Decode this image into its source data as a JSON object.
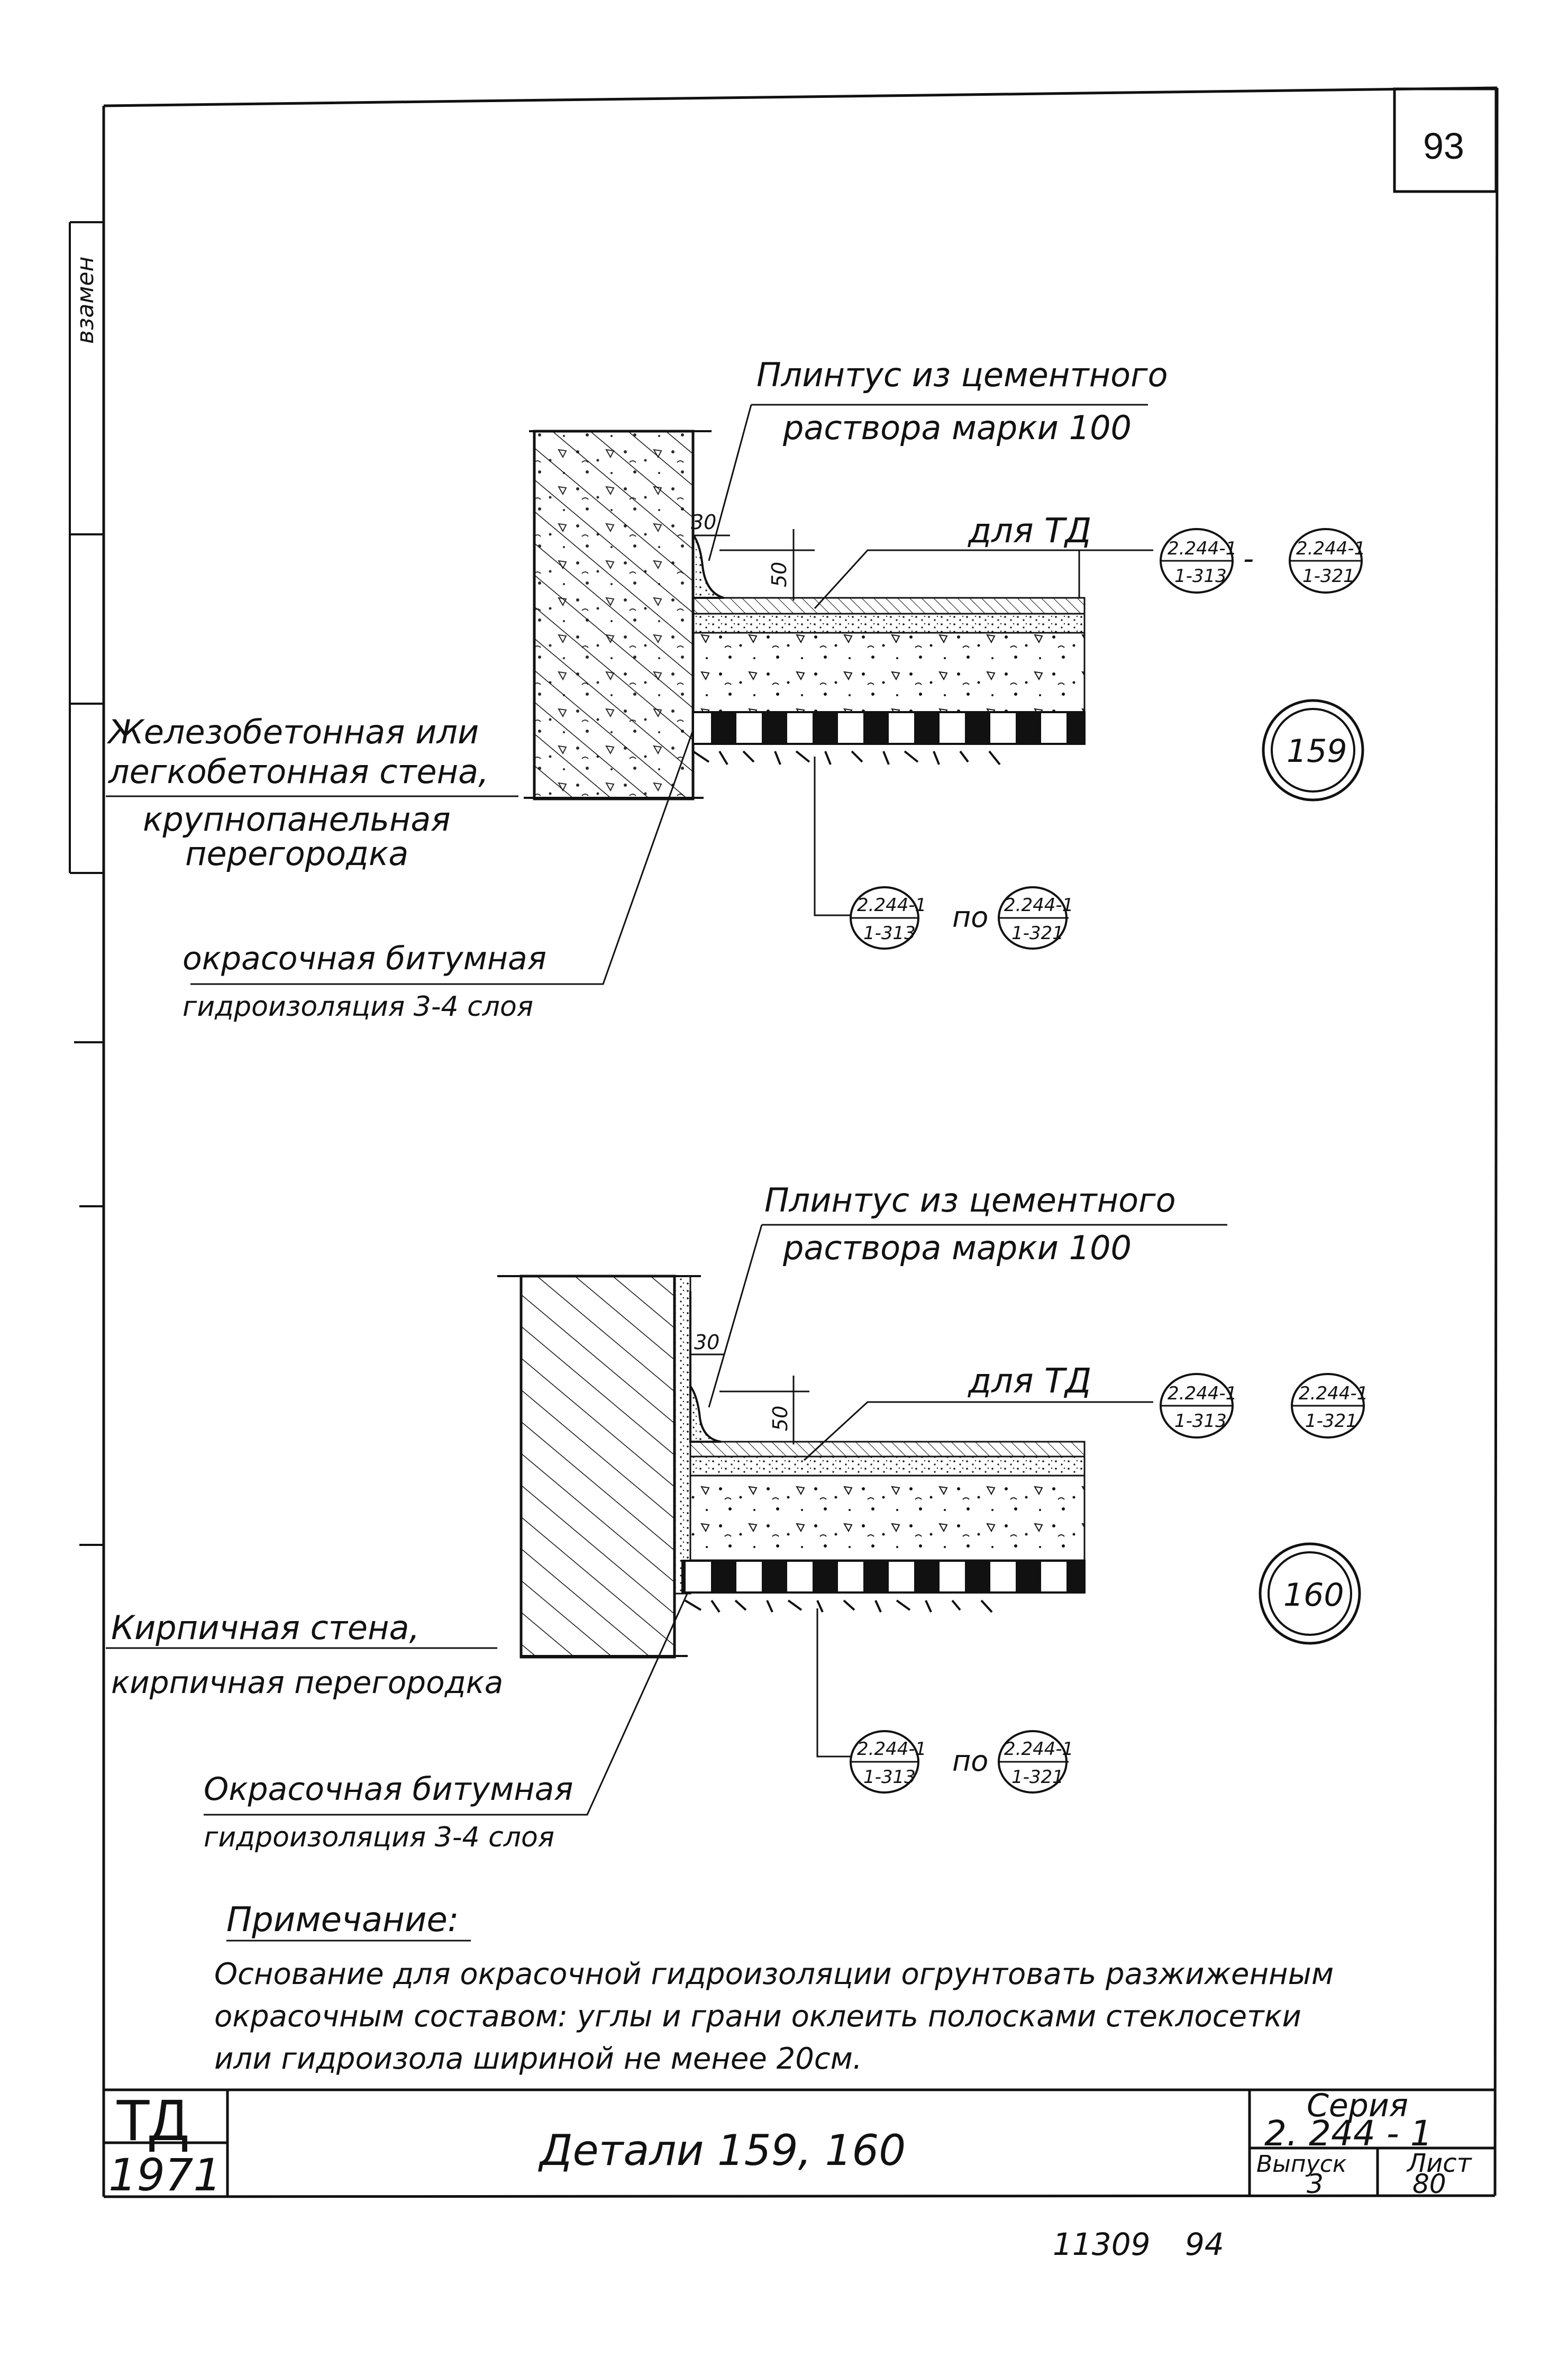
{
  "sheet": {
    "page_number": "93",
    "side_label": "взамен"
  },
  "detail_159": {
    "plinth_line1": "Плинтус из цементного",
    "plinth_line2": "раствора марки 100",
    "dim_30": "30",
    "dim_50": "50",
    "for_td": "для ТД",
    "ref_a_top": "2.244-1",
    "ref_a_bottom": "1-313",
    "ref_dash": "-",
    "ref_b_top": "2.244-1",
    "ref_b_bottom": "1-321",
    "number": "159",
    "wall_line1": "Железобетонная или",
    "wall_line2": "легкобетонная стена,",
    "wall_line3": "крупнопанельная",
    "wall_line4": "перегородка",
    "base_ref_a_top": "2.244-1",
    "base_ref_a_bottom": "1-313",
    "base_ref_po": "по",
    "base_ref_b_top": "2.244-1",
    "base_ref_b_bottom": "1-321",
    "insul_line1": "окрасочная битумная",
    "insul_line2": "гидроизоляция 3-4 слоя"
  },
  "detail_160": {
    "plinth_line1": "Плинтус из цементного",
    "plinth_line2": "раствора марки 100",
    "dim_30": "30",
    "dim_50": "50",
    "for_td": "для ТД",
    "ref_a_top": "2.244-1",
    "ref_a_bottom": "1-313",
    "ref_b_top": "2.244-1",
    "ref_b_bottom": "1-321",
    "number": "160",
    "wall_line1": "Кирпичная стена,",
    "wall_line2": "кирпичная перегородка",
    "base_ref_a_top": "2.244-1",
    "base_ref_a_bottom": "1-313",
    "base_ref_po": "по",
    "base_ref_b_top": "2.244-1",
    "base_ref_b_bottom": "1-321",
    "insul_line1": "Окрасочная битумная",
    "insul_line2": "гидроизоляция 3-4 слоя"
  },
  "note": {
    "heading": "Примечание:",
    "line1": "Основание для окрасочной гидроизоляции огрунтовать разжиженным",
    "line2": "окрасочным составом: углы и грани оклеить полосками стеклосетки",
    "line3": "или гидроизола шириной не менее 20см."
  },
  "title_block": {
    "logo": "ТД",
    "year": "1971",
    "title": "Детали 159, 160",
    "series_label": "Серия",
    "series_value": "2. 244 - 1",
    "issue_label": "Выпуск",
    "issue_value": "3",
    "sheet_label": "Лист",
    "sheet_value": "80"
  },
  "footer": {
    "code": "11309",
    "page": "94"
  }
}
